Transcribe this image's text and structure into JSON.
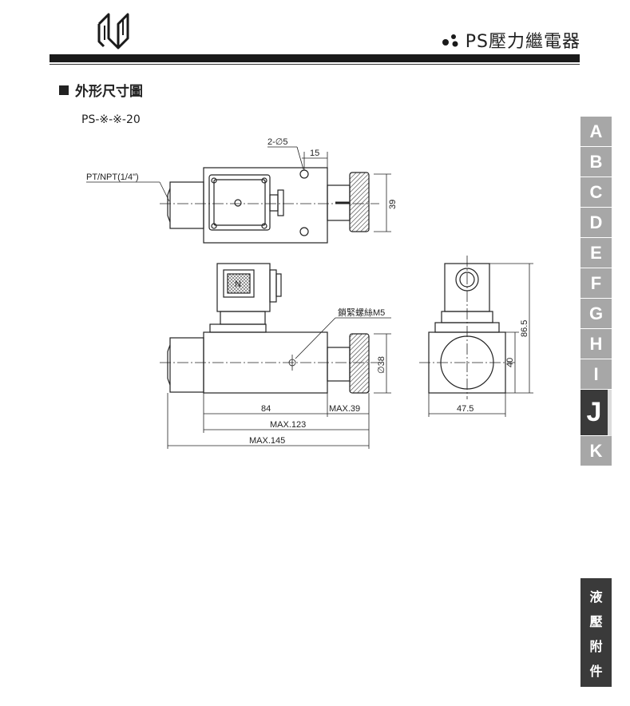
{
  "header": {
    "title": "PS壓力繼電器"
  },
  "section": {
    "title": "外形尺寸圖"
  },
  "model_code": "PS-※-※-20",
  "drawing": {
    "top_view": {
      "hole_label": "2-∅5",
      "dim_15": "15",
      "port_label": "PT/NPT(1/4\")",
      "dim_39": "39"
    },
    "front_view": {
      "connector_mark": "N",
      "lock_screw_label": "鎖緊螺絲M5",
      "dim_38": "∅38",
      "dim_84": "84",
      "dim_max39": "MAX.39",
      "dim_max123": "MAX.123",
      "dim_max145": "MAX.145"
    },
    "side_view": {
      "dim_865": "86.5",
      "dim_40": "40",
      "dim_475": "47.5"
    }
  },
  "tabs": [
    {
      "label": "A",
      "active": false
    },
    {
      "label": "B",
      "active": false
    },
    {
      "label": "C",
      "active": false
    },
    {
      "label": "D",
      "active": false
    },
    {
      "label": "E",
      "active": false
    },
    {
      "label": "F",
      "active": false
    },
    {
      "label": "G",
      "active": false
    },
    {
      "label": "H",
      "active": false
    },
    {
      "label": "I",
      "active": false
    },
    {
      "label": "J",
      "active": true
    },
    {
      "label": "K",
      "active": false
    }
  ],
  "side_category": [
    "液",
    "壓",
    "附",
    "件"
  ],
  "colors": {
    "tab_inactive": "#a7a7a7",
    "tab_active": "#3a3a3a",
    "rule": "#1a1a1a"
  }
}
